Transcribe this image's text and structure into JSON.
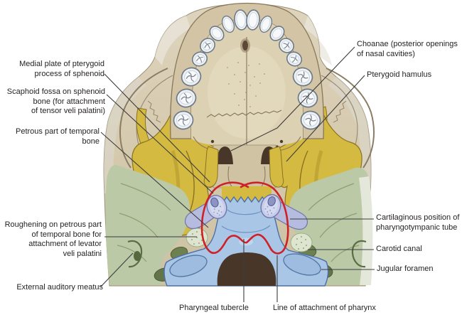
{
  "labels": {
    "medial_plate": "Medial plate of pterygoid\nprocess of sphenoid",
    "scaphoid_fossa": "Scaphoid fossa on sphenoid\nbone (for attachment\nof tensor veli palatini)",
    "petrous_part": "Petrous part of temporal bone",
    "roughening": "Roughening on petrous part\nof temporal bone for\nattachment of levator\nveli palatini",
    "external_auditory_meatus": "External auditory meatus",
    "choanae": "Choanae (posterior openings\nof nasal cavities)",
    "pterygoid_hamulus": "Pterygoid hamulus",
    "cartilaginous_tube": "Cartilaginous position of\npharyngotympanic tube",
    "carotid_canal": "Carotid canal",
    "jugular_foramen": "Jugular foramen",
    "pharyngeal_tubercle": "Pharyngeal tubercle",
    "line_of_attachment": "Line of attachment of pharynx"
  },
  "colors": {
    "bone": "#d5c9ad",
    "bone_edge": "#9a8d72",
    "palate": "#ddd1b4",
    "alveolar": "#d2c4a4",
    "tooth": "#eef2f5",
    "tooth_edge": "#6e7a87",
    "sphenoid_yellow": "#d4ba41",
    "yellow_edge": "#8a7222",
    "temporal_green": "#bcc9a6",
    "green_edge": "#7d8f63",
    "green_dark": "#62754a",
    "occipital_blue": "#a9c6e6",
    "blue_edge": "#4c6fa5",
    "tube_lavender": "#b5bcdf",
    "lavender_edge": "#6f76a8",
    "foramen_dark": "#483629",
    "pharynx_line_red": "#ce2127",
    "leader": "#3c3c3c",
    "text": "#231f20"
  }
}
